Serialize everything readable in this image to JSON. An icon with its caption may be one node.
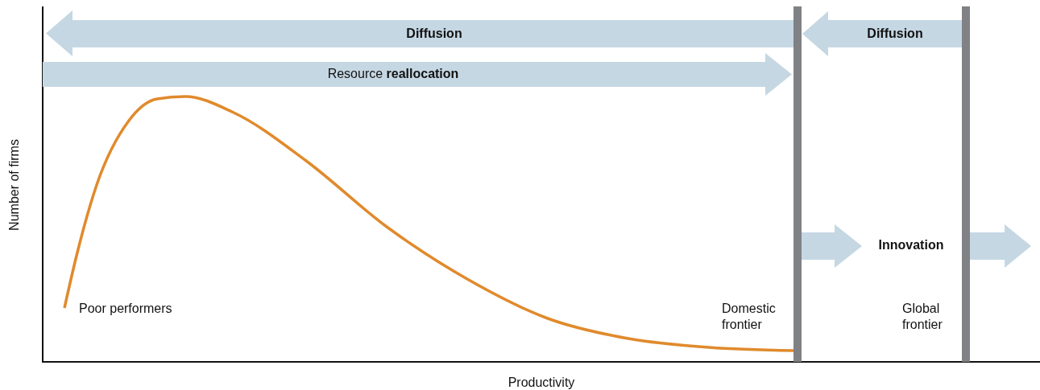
{
  "diagram": {
    "nodes": [
      {
        "text": [
          "Diffusion"
        ]
      },
      {
        "text": [
          "Resource **reallocation**"
        ]
      },
      {
        "text": [
          "Diffusion"
        ]
      }
    ],
    "labels": [
      "Innovation",
      "Poor performers",
      "Domestic frontier",
      "Global frontier",
      "Number of firms",
      "Productivity"
    ]
  }
}
